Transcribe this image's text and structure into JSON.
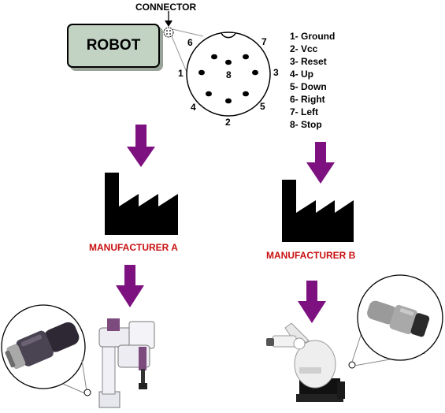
{
  "connector_label": "CONNECTOR",
  "robot_label": "ROBOT",
  "pin_numbers": {
    "p1": "1",
    "p2": "2",
    "p3": "3",
    "p4": "4",
    "p5": "5",
    "p6": "6",
    "p7": "7",
    "p8": "8"
  },
  "pin_legend": [
    "1- Ground",
    "2- Vcc",
    "3- Reset",
    "4- Up",
    "5- Down",
    "6- Right",
    "7- Left",
    "8- Stop"
  ],
  "manufacturer_a": "MANUFACTURER A",
  "manufacturer_b": "MANUFACTURER B",
  "colors": {
    "arrow": "#7d1180",
    "manufacturer_text": "#c81010",
    "robot_box": "#c2d3c3",
    "factory": "#000000",
    "arm_a": "#ececf2",
    "arm_a_accent": "#7c4a7c",
    "arm_b": "#eeeeee",
    "arm_b_base": "#111111",
    "plug_dark": "#3a3440",
    "plug_gray": "#9a9a9a"
  }
}
